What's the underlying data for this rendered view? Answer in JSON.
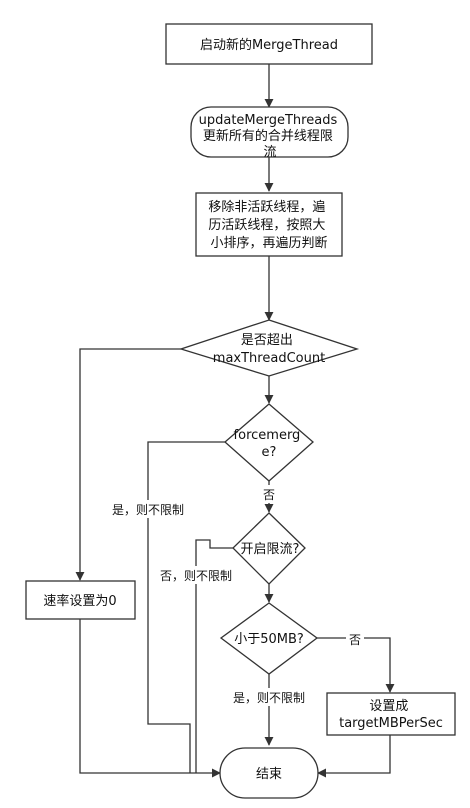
{
  "nodes": {
    "start_merge_thread": {
      "lines": [
        "启动新的MergeThread"
      ]
    },
    "update_merge_threads": {
      "lines": [
        "updateMergeThreads",
        "更新所有的合并线程限",
        "流"
      ]
    },
    "remove_inactive": {
      "lines": [
        "移除非活跃线程，遍",
        "历活跃线程，按照大",
        "小排序，再遍历判断"
      ]
    },
    "exceeds_max": {
      "lines": [
        "是否超出",
        "maxThreadCount"
      ]
    },
    "forcemerge": {
      "lines": [
        "forcemerg",
        "e?"
      ]
    },
    "throttle_enabled": {
      "lines": [
        "开启限流?"
      ]
    },
    "less_than_50mb": {
      "lines": [
        "小于50MB?"
      ]
    },
    "set_rate_zero": {
      "lines": [
        "速率设置为0"
      ]
    },
    "set_target": {
      "lines": [
        "设置成",
        "targetMBPerSec"
      ]
    },
    "end": {
      "lines": [
        "结束"
      ]
    }
  },
  "edge_labels": {
    "exceeds_yes": "是，则不限制",
    "forcemerge_no": "否",
    "throttle_no": "否，则不限制",
    "lt50_no": "否",
    "lt50_yes": "是，则不限制"
  },
  "colors": {
    "stroke": "#333333",
    "fill": "#ffffff",
    "text": "#111111"
  }
}
